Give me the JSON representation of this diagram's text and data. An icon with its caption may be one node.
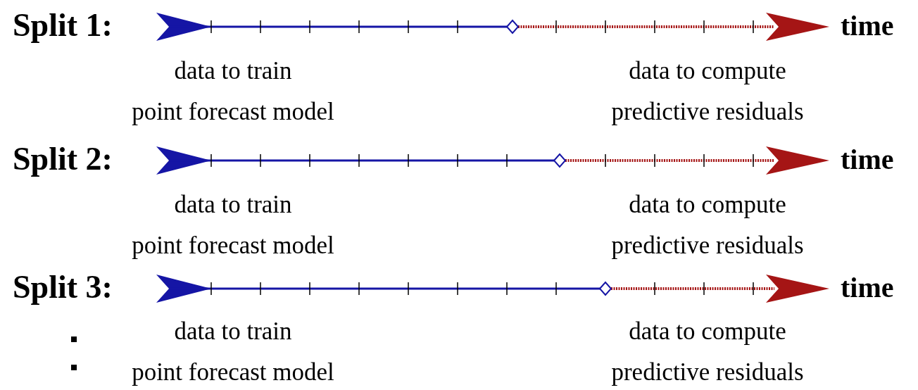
{
  "diagram": {
    "labels": [
      "Split 1:",
      "time",
      "data to train point forecast model",
      "data to compute predictive residuals",
      "Split 2:",
      "time",
      "data to train point forecast model",
      "data to compute predictive residuals",
      "Split 3:",
      "time",
      "data to train point forecast model",
      "data to compute predictive residuals"
    ]
  }
}
